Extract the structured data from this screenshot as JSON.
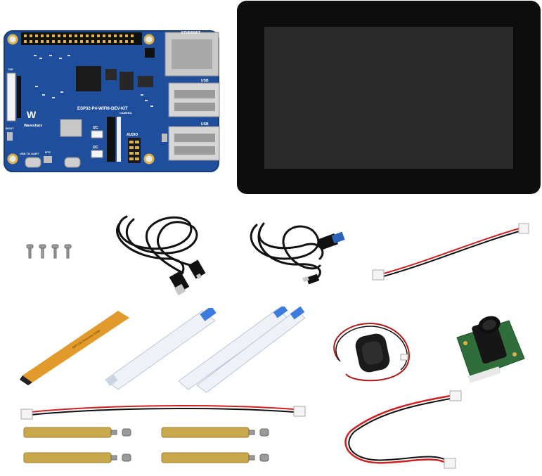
{
  "board": {
    "name": "ESP32-P4-WIFI6-DEV-KIT",
    "brand": "Waveshare",
    "port_labels": {
      "ethernet": "ETHERNET",
      "usb_top": "USB",
      "usb_bottom": "USB",
      "usb_to_uart": "USB TO UART",
      "i2c_top": "I2C",
      "i2c_bottom": "I2C",
      "audio": "AUDIO",
      "rtc": "RTC",
      "boot": "BOOT",
      "camera": "CAMERA",
      "display": "DSI"
    }
  },
  "ribbon_label": "MIPI DSI Extension Cable",
  "colors": {
    "pcb": "#1f4f9c",
    "gold": "#d9b24a",
    "brass": "#c9a84c",
    "flex": "#e29a2a",
    "display_frame": "#0d0d0d",
    "display_screen": "#2a2a2a",
    "wire_red": "#d02020",
    "wire_black": "#111111"
  },
  "items": [
    "ESP32-P4 development board",
    "7-inch touch display",
    "4 screws",
    "USB-A to Micro-USB cable",
    "USB-A to USB-C cable",
    "2-pin cable",
    "orange flex cable",
    "FPC ribbon cable",
    "2 FPC ribbon cables",
    "speaker",
    "camera module",
    "2-pin cable (long)",
    "4 brass standoffs with screws",
    "red/black cable with connectors"
  ]
}
